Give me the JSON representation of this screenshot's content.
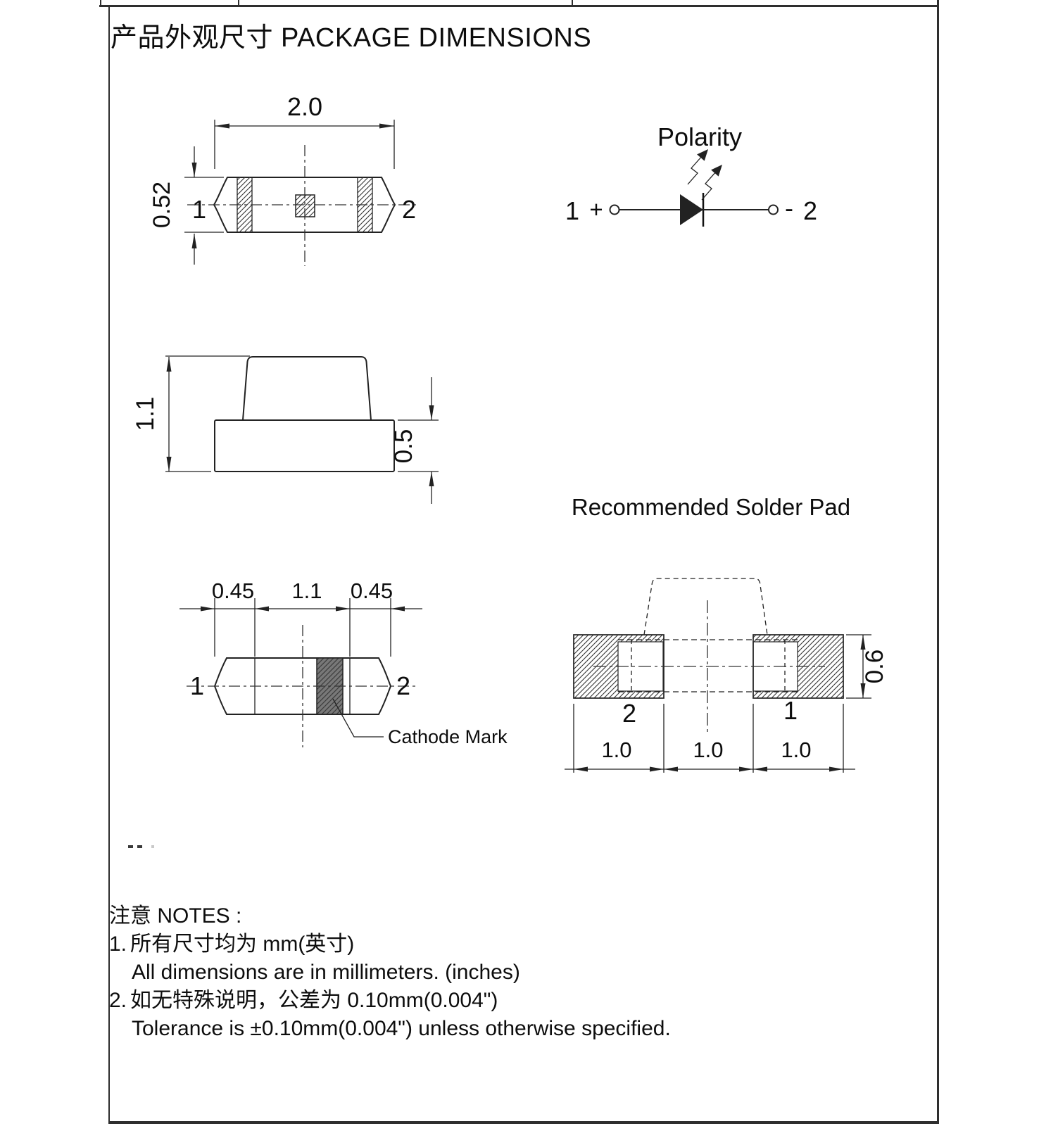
{
  "page_title": "产品外观尺寸 PACKAGE DIMENSIONS",
  "top_view": {
    "width": "2.0",
    "height": "0.52",
    "pin1": "1",
    "pin2": "2"
  },
  "polarity": {
    "title": "Polarity",
    "pin1": "1",
    "plus": "+",
    "minus": "-",
    "pin2": "2"
  },
  "side_view": {
    "total_height": "1.1",
    "base_height": "0.5"
  },
  "bottom_view": {
    "dim_left": "0.45",
    "dim_center": "1.1",
    "dim_right": "0.45",
    "pin1": "1",
    "pin2": "2",
    "cathode_label": "Cathode Mark"
  },
  "solder_pad": {
    "title": "Recommended Solder Pad",
    "pad2": "2",
    "pad1": "1",
    "dim_a": "1.0",
    "dim_b": "1.0",
    "dim_c": "1.0",
    "height": "0.6"
  },
  "notes": {
    "heading": "注意 NOTES :",
    "items": [
      {
        "num": "1.",
        "zh": "所有尺寸均为 mm(英寸)",
        "en": "All dimensions are in millimeters. (inches)"
      },
      {
        "num": "2.",
        "zh": "如无特殊说明，公差为 0.10mm(0.004\")",
        "en": "Tolerance is ±0.10mm(0.004\") unless otherwise specified."
      }
    ]
  }
}
